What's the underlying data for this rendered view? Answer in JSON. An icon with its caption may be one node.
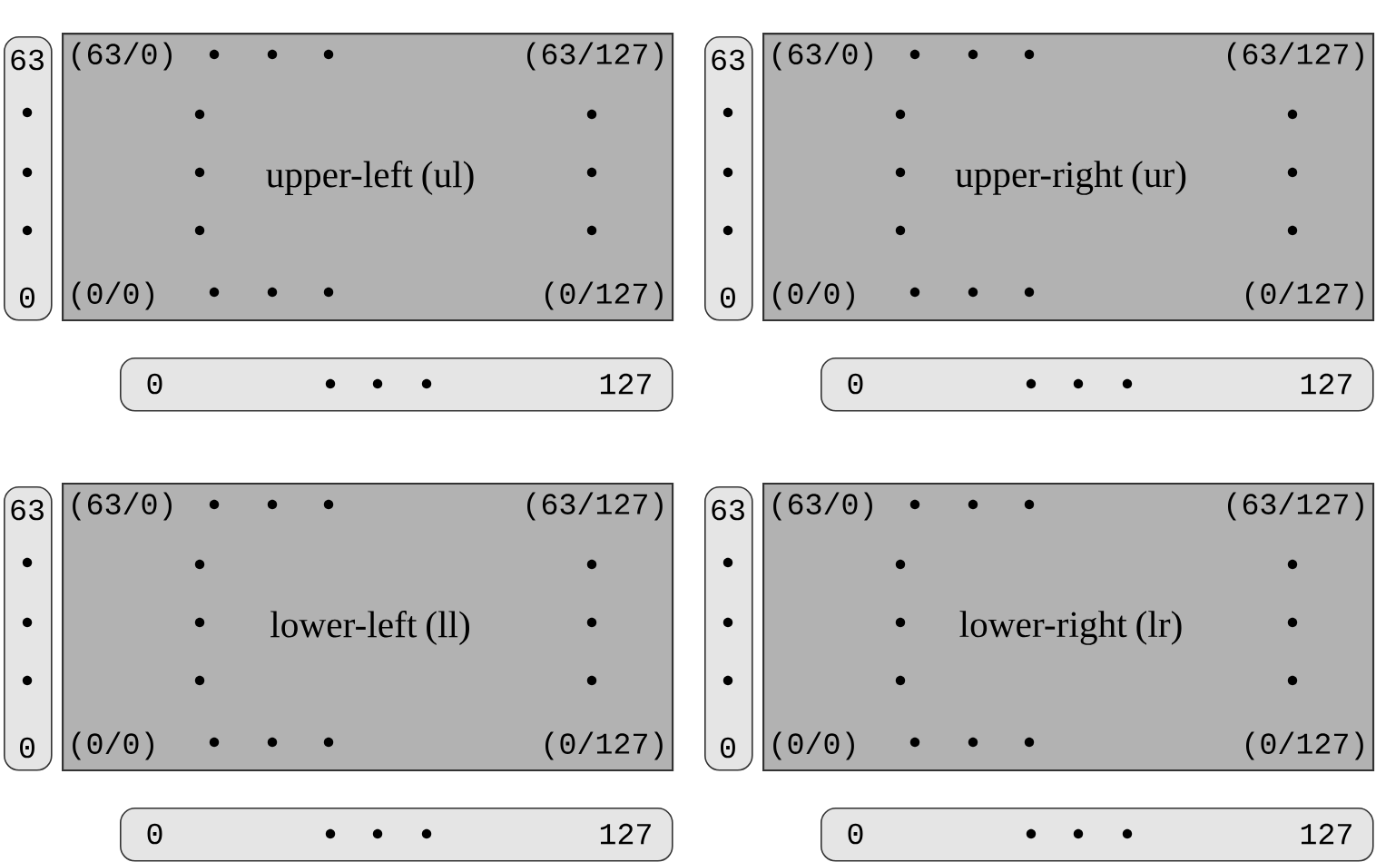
{
  "diagram": {
    "nodes": [
      {
        "text": [
          "63",
          "0"
        ]
      },
      {
        "text": [
          "(63/0)",
          "(63/127)",
          "upper-left (ul)",
          "(0/0)",
          "(0/127)"
        ]
      },
      {
        "text": [
          "63",
          "0"
        ]
      },
      {
        "text": [
          "(63/0)",
          "(63/127)",
          "upper-right (ur)",
          "(0/0)",
          "(0/127)"
        ]
      },
      {
        "text": [
          "0",
          "127"
        ]
      },
      {
        "text": [
          "0",
          "127"
        ]
      },
      {
        "text": [
          "63",
          "0"
        ]
      },
      {
        "text": [
          "(63/0)",
          "(63/127)",
          "lower-left (ll)",
          "(0/0)",
          "(0/127)"
        ]
      },
      {
        "text": [
          "63",
          "0"
        ]
      },
      {
        "text": [
          "(63/0)",
          "(63/127)",
          "lower-right (lr)",
          "(0/0)",
          "(0/127)"
        ]
      },
      {
        "text": [
          "0",
          "127"
        ]
      },
      {
        "text": [
          "0",
          "127"
        ]
      }
    ]
  }
}
